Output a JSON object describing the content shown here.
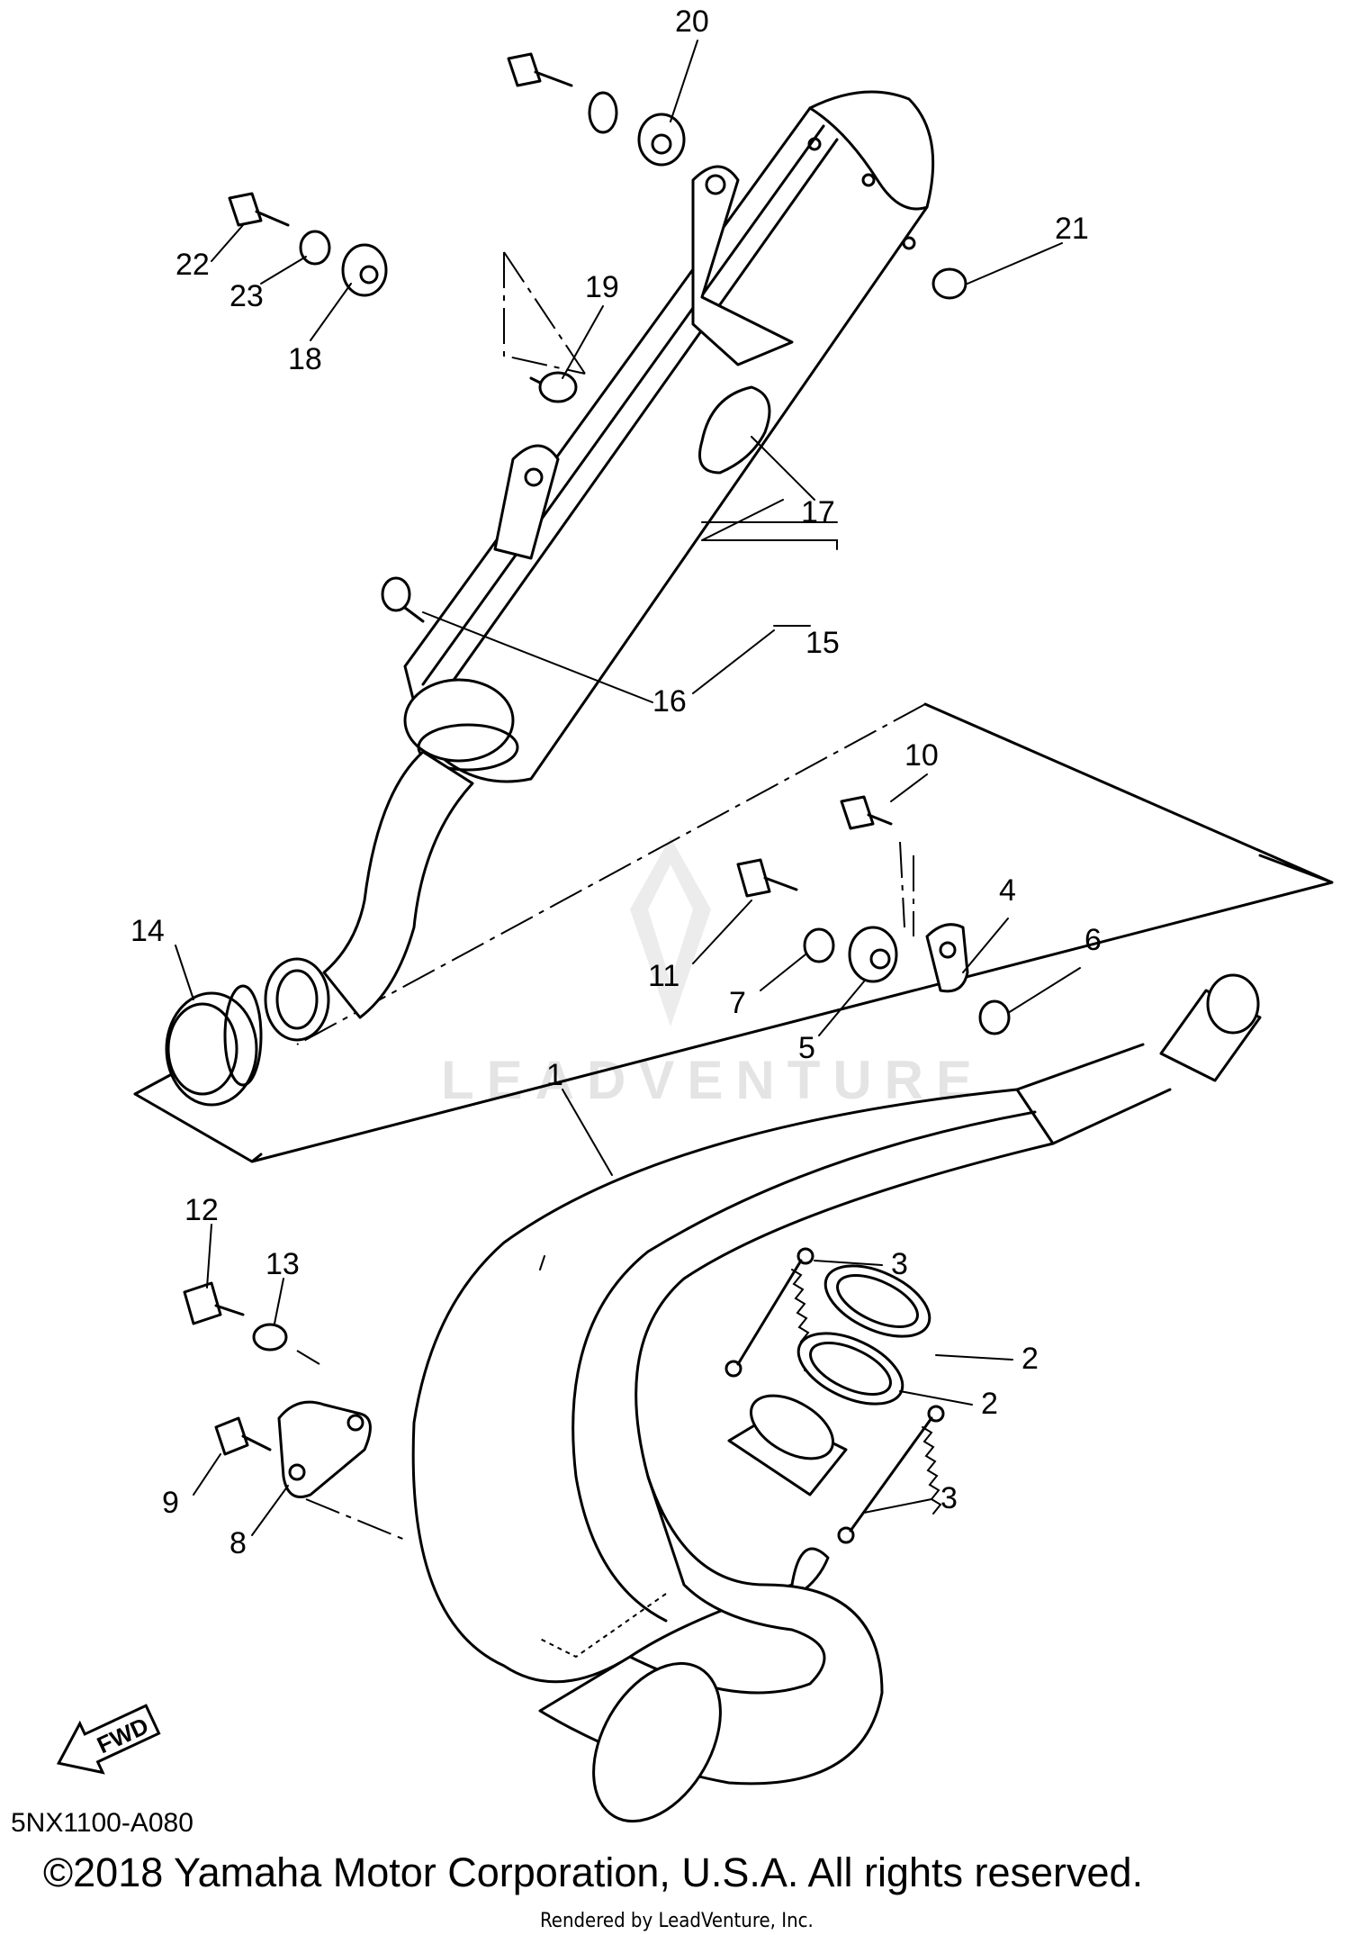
{
  "callouts": [
    {
      "id": "c20",
      "text": "20"
    },
    {
      "id": "c21",
      "text": "21"
    },
    {
      "id": "c22",
      "text": "22"
    },
    {
      "id": "c23",
      "text": "23"
    },
    {
      "id": "c18",
      "text": "18"
    },
    {
      "id": "c19",
      "text": "19"
    },
    {
      "id": "c17",
      "text": "17"
    },
    {
      "id": "c15",
      "text": "15"
    },
    {
      "id": "c16",
      "text": "16"
    },
    {
      "id": "c10",
      "text": "10"
    },
    {
      "id": "c4",
      "text": "4"
    },
    {
      "id": "c6",
      "text": "6"
    },
    {
      "id": "c11",
      "text": "11"
    },
    {
      "id": "c7",
      "text": "7"
    },
    {
      "id": "c5",
      "text": "5"
    },
    {
      "id": "c14",
      "text": "14"
    },
    {
      "id": "c1",
      "text": "1"
    },
    {
      "id": "c12",
      "text": "12"
    },
    {
      "id": "c13",
      "text": "13"
    },
    {
      "id": "c3a",
      "text": "3"
    },
    {
      "id": "c2a",
      "text": "2"
    },
    {
      "id": "c2b",
      "text": "2"
    },
    {
      "id": "c3b",
      "text": "3"
    },
    {
      "id": "c9",
      "text": "9"
    },
    {
      "id": "c8",
      "text": "8"
    }
  ],
  "watermark": "LEADVENTURE",
  "fwd_label": "FWD",
  "diagram_code": "5NX1100-A080",
  "copyright": "©2018 Yamaha Motor Corporation, U.S.A. All rights reserved.",
  "rendered_by": "Rendered by LeadVenture, Inc."
}
